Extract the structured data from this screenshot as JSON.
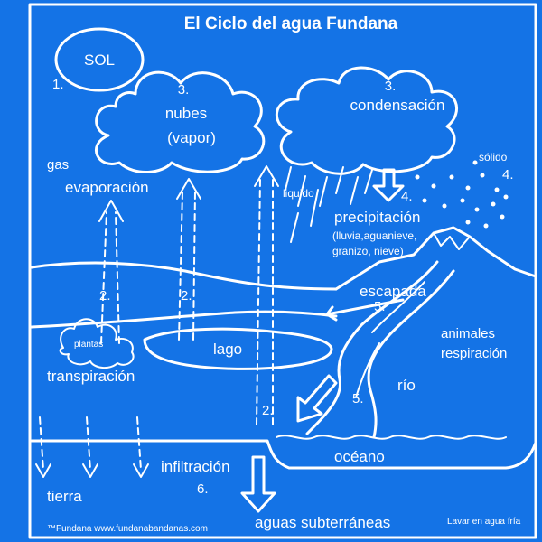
{
  "title": "El Ciclo del agua Fundana",
  "sun": {
    "label": "SOL",
    "number": "1."
  },
  "clouds": {
    "left": {
      "number": "3.",
      "line1": "nubes",
      "line2": "(vapor)"
    },
    "right": {
      "number": "3.",
      "label": "condensación"
    }
  },
  "states": {
    "gas": "gas",
    "liquid": "liquido",
    "solid": "sólido",
    "solid_number": "4."
  },
  "evaporation": {
    "label": "evaporación",
    "number_a": "2.",
    "number_b": "2.",
    "number_c": "2."
  },
  "precipitation": {
    "number": "4.",
    "label": "precipitación",
    "detail_line1": "(lluvia,aguanieve,",
    "detail_line2": "granizo, nieve)"
  },
  "runoff": {
    "label": "escapada",
    "number": "5."
  },
  "animals": {
    "line1": "animales",
    "line2": "respiración"
  },
  "plants": {
    "label": "plantas"
  },
  "transpiration": {
    "label": "transpiración"
  },
  "lake": {
    "label": "lago"
  },
  "river": {
    "label": "río",
    "number": "5."
  },
  "ocean": {
    "label": "océano"
  },
  "infiltration": {
    "label": "infiltración",
    "number": "6."
  },
  "soil": {
    "label": "tierra"
  },
  "groundwater": {
    "label": "aguas subterráneas"
  },
  "footer": {
    "brand": "™Fundana www.fundanabandanas.com",
    "care": "Lavar en agua fría"
  },
  "colors": {
    "background": "#1473e6",
    "ink": "#ffffff"
  }
}
